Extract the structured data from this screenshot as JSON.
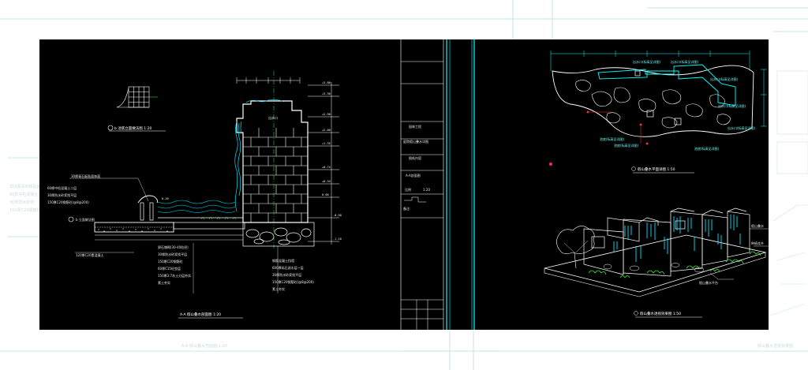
{
  "page": {
    "background": "#ffffff",
    "sheet_background": "#000000",
    "line_colors": {
      "cyan": "#00ffff",
      "white": "#ffffff",
      "green": "#33ff33",
      "red": "#ff3030"
    }
  },
  "section_view": {
    "title": "A-A 假山叠水剖面图  1:20",
    "note_b_profile": "b  池底立面做法图  1:20",
    "note_b_detail": "b  立面做法图",
    "label_inlet": "出水口",
    "materials_left": [
      "30厚青石板贴面饰面",
      "60厚中粒混凝土二层",
      "30厚防水砂浆找平层",
      "150厚C20钢筋砼(@8@200)"
    ],
    "materials_bottom": [
      "卵石铺砌(30-40粒径)",
      "30厚防水砂浆找平层",
      "150厚C20钢筋砼",
      "60厚C15砼垫层",
      "150厚3:7灰土分层夯实",
      "素土夯实"
    ],
    "materials_right": [
      "钢筋混凝土挡墙",
      "600厚砾石滤水层一层",
      "30厚防水砂浆找平层",
      "150厚C20钢筋砼(@8@200)",
      "素土夯实"
    ],
    "label_base": "120厚C20素混凝土",
    "elevations": [
      "+3.80",
      "+3.30",
      "+2.90",
      "+2.00",
      "+1.35",
      "+0.74",
      "+0.34",
      "0.00",
      "-0.50",
      "-1.10",
      "0.20"
    ]
  },
  "title_block": {
    "project": "园林工程",
    "drawing_name": "庭院假山叠水详图",
    "label_content": "图纸内容",
    "label_scale_heading": "A-A剖面图",
    "label_scale": "比例",
    "scale_value": "1:20",
    "label_notes": "备注:"
  },
  "plan_view": {
    "title": "假山叠水平面详图  1:50",
    "callouts": [
      "出水口(标高见详图)",
      "出水口(标高见详图)",
      "出水口(标高见详图)",
      "出水口(标高见详图)",
      "出水口(标高见详图)"
    ],
    "bottom_labels": [
      "池底(标高见详图)",
      "池底(标高见详图)",
      "池底(标高见详图)"
    ]
  },
  "perspective_view": {
    "title": "假山叠水透视效果图  1:50",
    "callouts": [
      "假山叠水",
      "种植花卉"
    ],
    "bottom_label": "假山叠水平台"
  },
  "background_ghost": {
    "left_labels": [
      "350厚青石板贴面",
      "60厚中粒混凝土",
      "30厚防水砂浆",
      "150厚C20钢筋砼"
    ],
    "bottom_caption": "A-A 假山叠水剖面图  1:20",
    "right_caption": "假山叠水透视效果图"
  }
}
